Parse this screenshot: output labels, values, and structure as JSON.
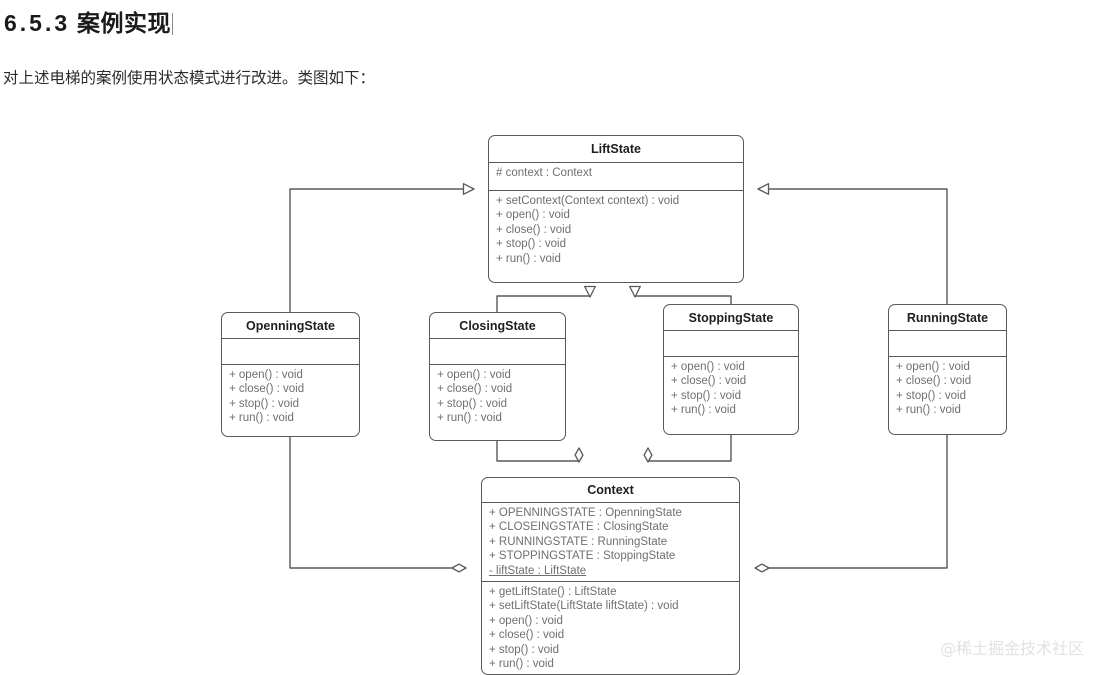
{
  "document": {
    "heading_number": "6.5.3",
    "heading_title": "案例实现",
    "paragraph": "对上述电梯的案例使用状态模式进行改进。类图如下："
  },
  "watermark": "@稀土掘金技术社区",
  "colors": {
    "stroke": "#595959",
    "box_fill": "#ffffff",
    "member_text": "#6f6f6f",
    "title_text": "#1f1f1f",
    "watermark": "#e2e2e2",
    "page_background": "#ffffff"
  },
  "diagram": {
    "type": "uml-class-diagram",
    "classes": [
      {
        "id": "liftstate",
        "name": "LiftState",
        "stereotype": "abstract",
        "attributes": [
          "# context : Context"
        ],
        "operations": [
          "+ setContext(Context context) : void",
          "+ open() : void",
          "+ close() : void",
          "+ stop() : void",
          "+ run() : void"
        ]
      },
      {
        "id": "openningstate",
        "name": "OpenningState",
        "attributes": [],
        "operations": [
          "+ open() : void",
          "+ close() : void",
          "+ stop() : void",
          "+ run() : void"
        ]
      },
      {
        "id": "closingstate",
        "name": "ClosingState",
        "attributes": [],
        "operations": [
          "+ open() : void",
          "+ close() : void",
          "+ stop() : void",
          "+ run() : void"
        ]
      },
      {
        "id": "stoppingstate",
        "name": "StoppingState",
        "attributes": [],
        "operations": [
          "+ open() : void",
          "+ close() : void",
          "+ stop() : void",
          "+ run() : void"
        ]
      },
      {
        "id": "runningstate",
        "name": "RunningState",
        "attributes": [],
        "operations": [
          "+ open() : void",
          "+ close() : void",
          "+ stop() : void",
          "+ run() : void"
        ]
      },
      {
        "id": "context",
        "name": "Context",
        "attributes": [
          "+ OPENNINGSTATE : OpenningState",
          "+ CLOSEINGSTATE : ClosingState",
          "+ RUNNINGSTATE : RunningState",
          "+ STOPPINGSTATE : StoppingState",
          "- liftState : LiftState"
        ],
        "operations": [
          "+ getLiftState() : LiftState",
          "+ setLiftState(LiftState liftState) : void",
          "+ open() : void",
          "+ close() : void",
          "+ stop() : void",
          "+ run() : void"
        ]
      }
    ],
    "relations": [
      {
        "from": "OpenningState",
        "to": "LiftState",
        "kind": "generalization"
      },
      {
        "from": "ClosingState",
        "to": "LiftState",
        "kind": "generalization"
      },
      {
        "from": "StoppingState",
        "to": "LiftState",
        "kind": "generalization"
      },
      {
        "from": "RunningState",
        "to": "LiftState",
        "kind": "generalization"
      },
      {
        "from": "OpenningState",
        "to": "Context",
        "kind": "aggregation"
      },
      {
        "from": "ClosingState",
        "to": "Context",
        "kind": "aggregation"
      },
      {
        "from": "StoppingState",
        "to": "Context",
        "kind": "aggregation"
      },
      {
        "from": "RunningState",
        "to": "Context",
        "kind": "aggregation"
      }
    ]
  }
}
